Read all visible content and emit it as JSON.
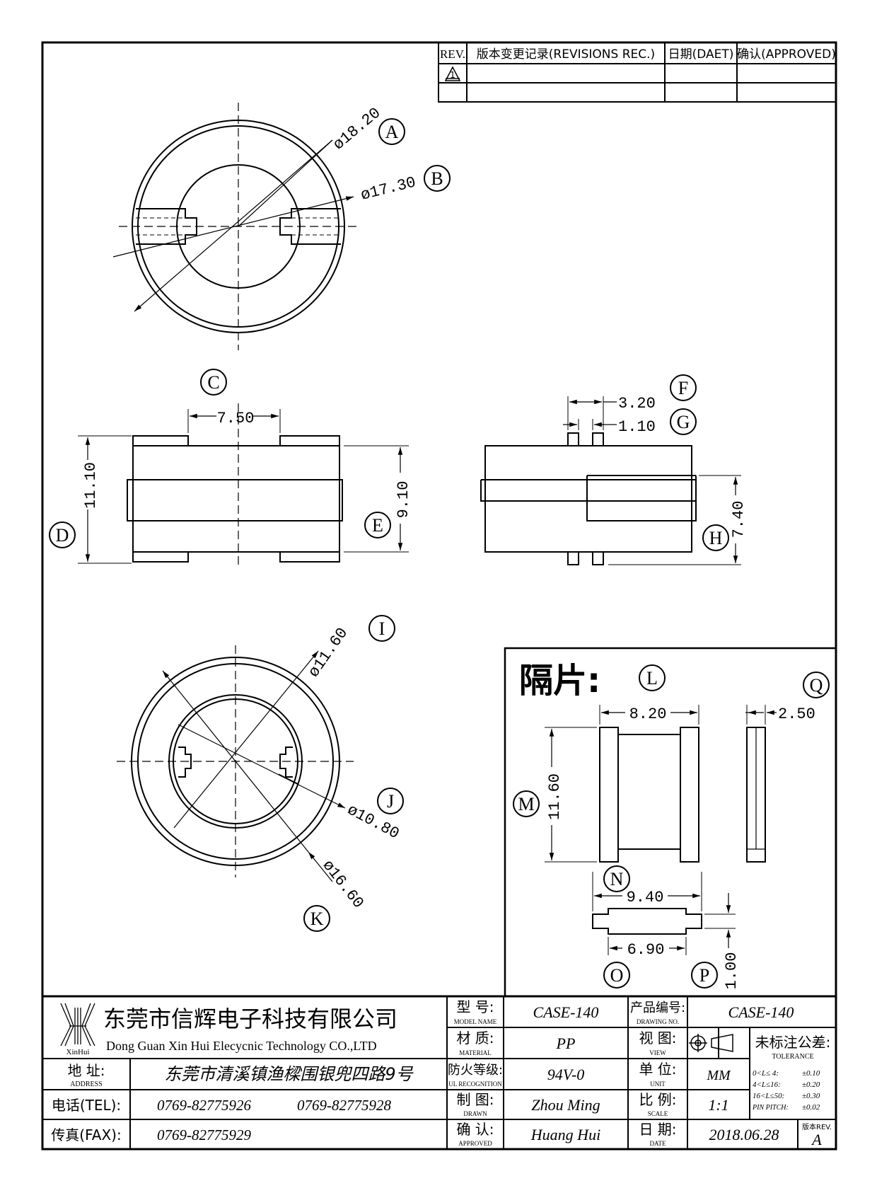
{
  "revision_table": {
    "headers": {
      "rev": "REV.",
      "record": "版本变更记录(REVISIONS REC.)",
      "date": "日期(DAET)",
      "approved": "确认(APPROVED)"
    },
    "row_rev": "1"
  },
  "callouts": {
    "A": "A",
    "B": "B",
    "C": "C",
    "D": "D",
    "E": "E",
    "F": "F",
    "G": "G",
    "H": "H",
    "I": "I",
    "J": "J",
    "K": "K",
    "L": "L",
    "M": "M",
    "N": "N",
    "O": "O",
    "P": "P",
    "Q": "Q"
  },
  "dimensions": {
    "A": "ø18.20",
    "B": "ø17.30",
    "C": "7.50",
    "D": "11.10",
    "E": "9.10",
    "F": "3.20",
    "G": "1.10",
    "H": "7.40",
    "I": "ø11.60",
    "J": "ø10.80",
    "K": "ø16.60",
    "L": "8.20",
    "M": "11.60",
    "N": "9.40",
    "O": "6.90",
    "P": "1.00",
    "Q": "2.50"
  },
  "separator_title": "隔片:",
  "title_block": {
    "company_cn": "东莞市信辉电子科技有限公司",
    "company_en": "Dong Guan Xin Hui Elecycnic Technology CO.,LTD",
    "logo_text": "XinHui",
    "address_label": "地  址:",
    "address_label_en": "ADDRESS",
    "address": "东莞市清溪镇渔樑围银兜四路9号",
    "tel_label": "电话(TEL):",
    "tel1": "0769-82775926",
    "tel2": "0769-82775928",
    "fax_label": "传真(FAX):",
    "fax": "0769-82775929",
    "model_label": "型  号:",
    "model_label_en": "MODEL NAME",
    "model": "CASE-140",
    "material_label": "材  质:",
    "material_label_en": "MATERIAL",
    "material": "PP",
    "ul_label": "防火等级:",
    "ul_label_en": "UL RECOGNITION",
    "ul": "94V-0",
    "drawn_label": "制  图:",
    "drawn_label_en": "DRAWN",
    "drawn": "Zhou Ming",
    "approved_label": "确  认:",
    "approved_label_en": "APPROVED",
    "approved": "Huang Hui",
    "drawing_no_label": "产品编号:",
    "drawing_no_label_en": "DRAWING NO.",
    "drawing_no": "CASE-140",
    "view_label": "视  图:",
    "view_label_en": "VIEW",
    "unit_label": "单  位:",
    "unit_label_en": "UNIT",
    "unit": "MM",
    "scale_label": "比  例:",
    "scale_label_en": "SCALE",
    "scale": "1:1",
    "date_label": "日  期:",
    "date_label_en": "DATE",
    "date": "2018.06.28",
    "tolerance_title": "未标注公差:",
    "tolerance_title_en": "TOLERANCE",
    "tolerances": [
      {
        "range": "0<L≤ 4:",
        "value": "±0.10"
      },
      {
        "range": "4<L≤16:",
        "value": "±0.20"
      },
      {
        "range": "16<L≤50:",
        "value": "±0.30"
      },
      {
        "range": "PIN PITCH:",
        "value": "±0.02"
      }
    ],
    "rev_label": "版本REV.",
    "rev": "A"
  }
}
